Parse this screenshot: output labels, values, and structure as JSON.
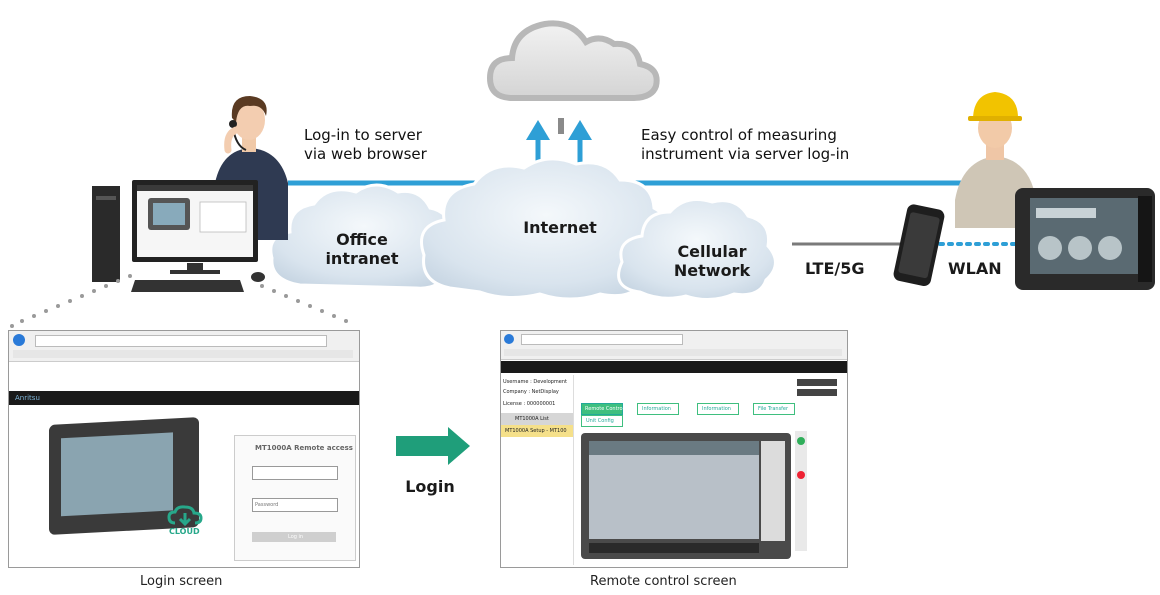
{
  "labels": {
    "server_login": [
      "Log-in to server",
      "via web browser"
    ],
    "easy_control": [
      "Easy control of measuring",
      "instrument via server log-in"
    ],
    "office_intranet": [
      "Office",
      "intranet"
    ],
    "internet": "Internet",
    "cellular": [
      "Cellular",
      "Network"
    ],
    "lte": "LTE/5G",
    "wlan": "WLAN",
    "login_arrow": "Login",
    "login_caption": "Login screen",
    "remote_caption": "Remote control screen"
  },
  "login_screen": {
    "panel_title": "MT1000A Remote access",
    "password_placeholder": "Password",
    "button": "Log in",
    "cloud_text": "CLOUD",
    "brand": "Anritsu"
  },
  "remote_screen": {
    "sidebar": [
      "Username : Development",
      "Company : NetDisplay",
      "License : 000000001",
      "MT1000A List",
      "MT1000A Setup - MT100"
    ],
    "buttons": [
      "Remote Control",
      "Information",
      "Information",
      "File Transfer",
      "Unit Config"
    ]
  },
  "colors": {
    "link_line": "#2e9fd6",
    "cloud_fill": "#d9e4ee",
    "login_arrow": "#1f9e7a",
    "wired_line": "#7a7a7a"
  }
}
